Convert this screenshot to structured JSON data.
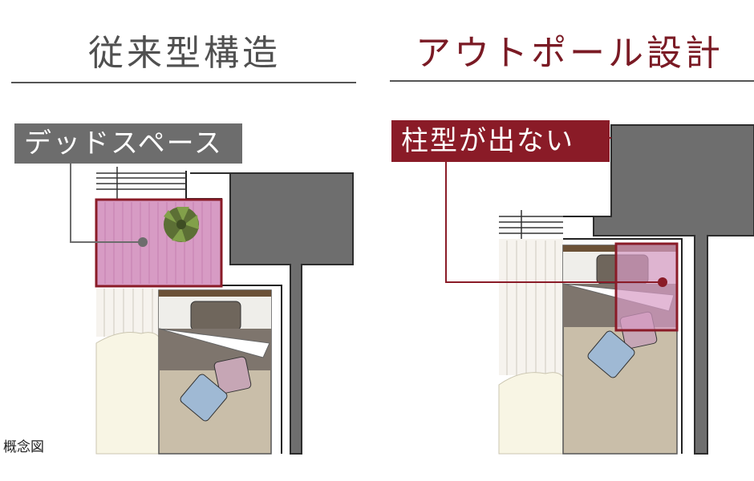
{
  "left_panel": {
    "title": "従来型構造",
    "tag": "デッドスペース"
  },
  "right_panel": {
    "title": "アウトポール設計",
    "tag": "柱型が出ない"
  },
  "caption": "概念図",
  "colors": {
    "left_title": "#505050",
    "right_title": "#7a1a24",
    "grey_tag": "#6d6d6d",
    "red_tag": "#8a1b27",
    "wall": "#6e6e6e",
    "dead_space": "#d79bc4",
    "bed_frame": "#c9bea9",
    "duvet": "#7e756d"
  }
}
